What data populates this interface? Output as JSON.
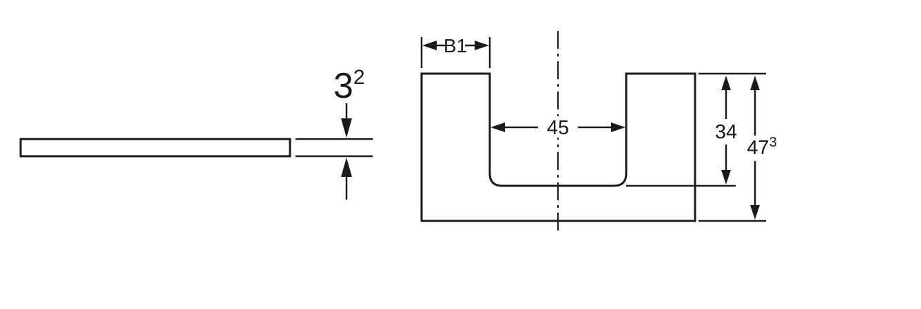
{
  "drawing": {
    "background": "#ffffff",
    "line_color": "#1a1a1a",
    "side_view": {
      "thickness": {
        "value": "3",
        "superscript": "2"
      }
    },
    "top_view": {
      "b1": {
        "label": "B1"
      },
      "cutout_width": {
        "value": "45"
      },
      "cutout_depth": {
        "value": "34"
      },
      "overall_depth": {
        "value": "47",
        "superscript": "3"
      }
    }
  }
}
